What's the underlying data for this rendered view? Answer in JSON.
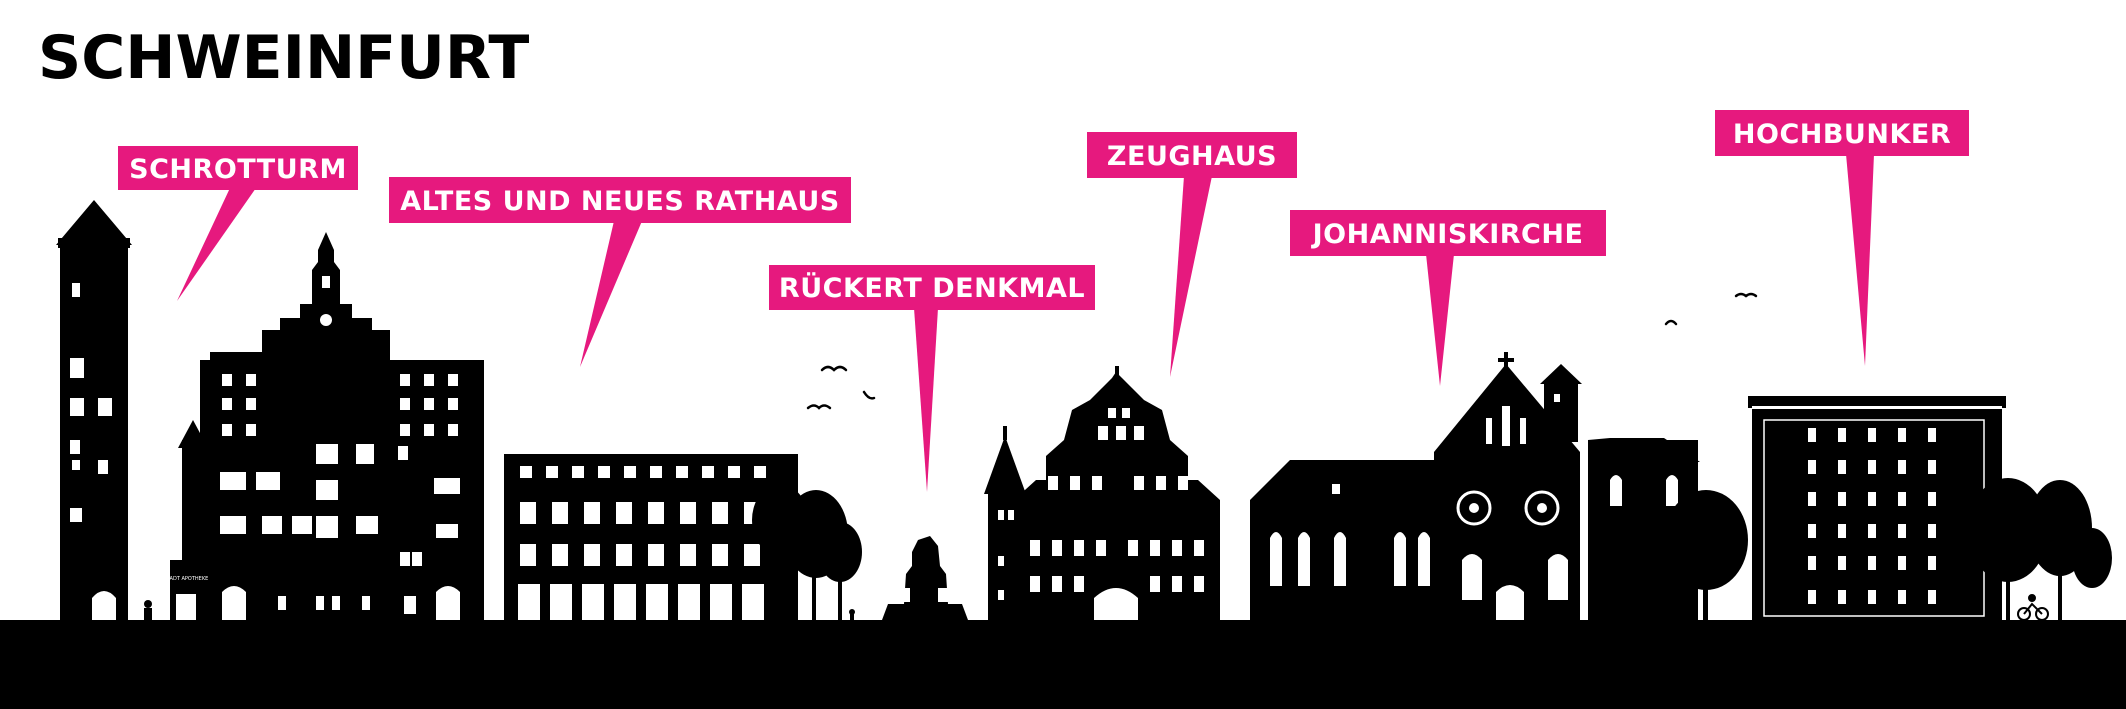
{
  "title": "SCHWEINFURT",
  "accent_color": "#e6197e",
  "silhouette_color": "#000000",
  "sign_text": "STADT APOTHEKE",
  "landmarks": [
    {
      "id": "schrotturm",
      "label": "SCHROTTURM"
    },
    {
      "id": "rathaus",
      "label": "ALTES UND NEUES RATHAUS"
    },
    {
      "id": "rueckert",
      "label": "RÜCKERT DENKMAL"
    },
    {
      "id": "zeughaus",
      "label": "ZEUGHAUS"
    },
    {
      "id": "johanniskirche",
      "label": "JOHANNISKIRCHE"
    },
    {
      "id": "hochbunker",
      "label": "HOCHBUNKER"
    }
  ]
}
